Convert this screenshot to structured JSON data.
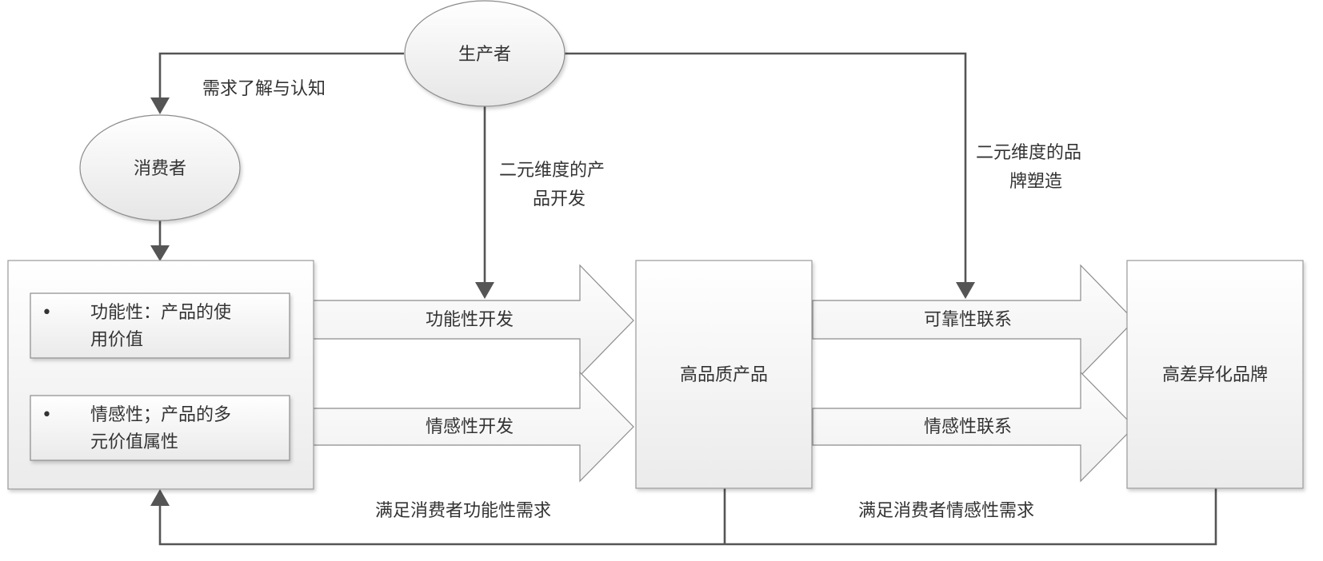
{
  "nodes": {
    "producer": "生产者",
    "consumer": "消费者",
    "high_quality_product": "高品质产品",
    "differentiated_brand": "高差异化品牌"
  },
  "attributes": {
    "bullet": "•",
    "functional_line1": "功能性：产品的使",
    "functional_line2": "用价值",
    "emotional_line1": "情感性；产品的多",
    "emotional_line2": "元价值属性"
  },
  "arrows": {
    "functional_development": "功能性开发",
    "emotional_development": "情感性开发",
    "reliability_link": "可靠性联系",
    "emotional_link": "情感性联系"
  },
  "edges": {
    "demand_understanding": "需求了解与认知",
    "product_dev_line1": "二元维度的产",
    "product_dev_line2": "品开发",
    "brand_building_line1": "二元维度的品",
    "brand_building_line2": "牌塑造",
    "satisfy_functional": "满足消费者功能性需求",
    "satisfy_emotional": "满足消费者情感性需求"
  }
}
